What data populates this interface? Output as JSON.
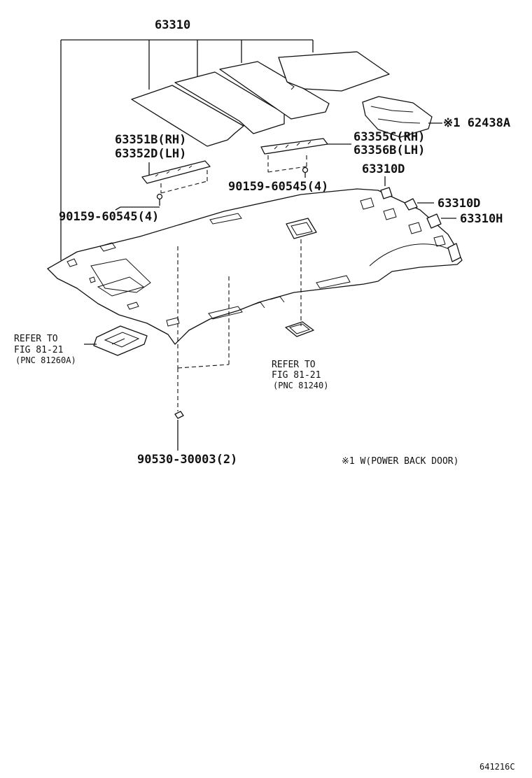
{
  "labels": {
    "main_part": "63310",
    "symbol_part": "※1 62438A",
    "brkt_front_1": "63351B(RH)",
    "brkt_front_2": "63352D(LH)",
    "brkt_rear_1": "63355C(RH)",
    "brkt_rear_2": "63356B(LH)",
    "screw_left": "90159-60545(4)",
    "screw_right": "90159-60545(4)",
    "clip_1": "63310D",
    "clip_2": "63310D",
    "clip_3": "63310H",
    "refer_left_1": "REFER TO",
    "refer_left_2": "FIG 81-21",
    "refer_left_3": "(PNC 81260A)",
    "refer_mid_1": "REFER TO",
    "refer_mid_2": "FIG 81-21",
    "refer_mid_3": "(PNC 81240)",
    "clip_bottom": "90530-30003(2)",
    "note": "※1 W(POWER BACK DOOR)",
    "figure_id": "641216C"
  }
}
